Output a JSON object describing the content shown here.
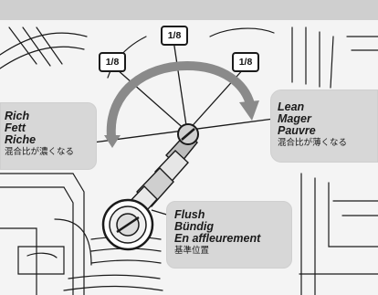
{
  "increment_tags": [
    "1/8",
    "1/8",
    "1/8"
  ],
  "rich": {
    "lines": [
      "Rich",
      "Fett",
      "Riche"
    ],
    "ja": "混合比が濃くなる"
  },
  "lean": {
    "lines": [
      "Lean",
      "Mager",
      "Pauvre"
    ],
    "ja": "混合比が薄くなる"
  },
  "flush": {
    "lines": [
      "Flush",
      "Bündig",
      "En affleurement"
    ],
    "ja": "基準位置"
  },
  "colors": {
    "callout_bg": "#d7d7d7",
    "arrow_gray": "#8a8a8a",
    "line": "#1a1a1a"
  }
}
